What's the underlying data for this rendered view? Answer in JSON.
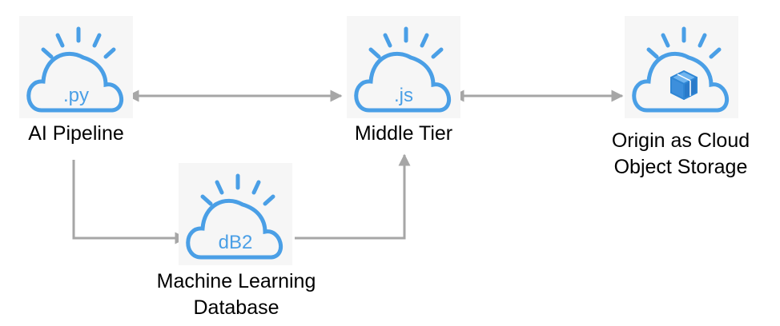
{
  "nodes": {
    "ai_pipeline": {
      "icon_text": ".py",
      "label_lines": [
        "AI Pipeline"
      ]
    },
    "middle_tier": {
      "icon_text": ".js",
      "label_lines": [
        "Middle Tier"
      ]
    },
    "origin_storage": {
      "icon": "cube-icon",
      "label_lines": [
        "Origin as Cloud",
        "Object Storage"
      ]
    },
    "ml_database": {
      "icon_text": "dB2",
      "label_lines": [
        "Machine Learning",
        "Database"
      ]
    }
  },
  "edges": [
    {
      "from": "ai_pipeline",
      "to": "middle_tier",
      "direction": "both"
    },
    {
      "from": "middle_tier",
      "to": "origin_storage",
      "direction": "both"
    },
    {
      "from": "ai_pipeline",
      "to": "ml_database",
      "direction": "forward"
    },
    {
      "from": "ml_database",
      "to": "middle_tier",
      "direction": "forward"
    }
  ],
  "colors": {
    "cloud_stroke": "#4a9fe6",
    "icon_background": "#f6f6f6",
    "connector": "#a6a6a6",
    "label_text": "#000000"
  }
}
